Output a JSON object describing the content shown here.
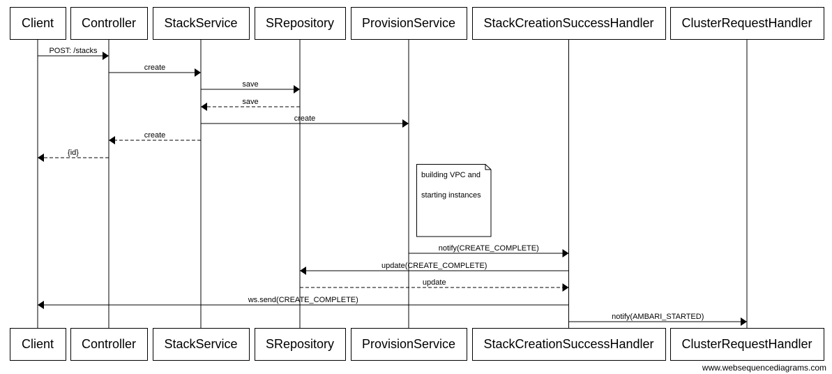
{
  "participants": [
    {
      "id": "client",
      "label": "Client"
    },
    {
      "id": "controller",
      "label": "Controller"
    },
    {
      "id": "stackservice",
      "label": "StackService"
    },
    {
      "id": "srepository",
      "label": "SRepository"
    },
    {
      "id": "provisionservice",
      "label": "ProvisionService"
    },
    {
      "id": "stackcreationsuccesshandler",
      "label": "StackCreationSuccessHandler"
    },
    {
      "id": "clusterrequesthandler",
      "label": "ClusterRequestHandler"
    }
  ],
  "messages": [
    {
      "from": "client",
      "to": "controller",
      "label": "POST: /stacks",
      "style": "solid"
    },
    {
      "from": "controller",
      "to": "stackservice",
      "label": "create",
      "style": "solid"
    },
    {
      "from": "stackservice",
      "to": "srepository",
      "label": "save",
      "style": "solid"
    },
    {
      "from": "srepository",
      "to": "stackservice",
      "label": "save",
      "style": "dashed"
    },
    {
      "from": "stackservice",
      "to": "provisionservice",
      "label": "create",
      "style": "solid"
    },
    {
      "from": "stackservice",
      "to": "controller",
      "label": "create",
      "style": "dashed"
    },
    {
      "from": "controller",
      "to": "client",
      "label": "{id}",
      "style": "dashed"
    },
    {
      "from": "provisionservice",
      "to": "stackcreationsuccesshandler",
      "label": "notify(CREATE_COMPLETE)",
      "style": "solid"
    },
    {
      "from": "stackcreationsuccesshandler",
      "to": "srepository",
      "label": "update(CREATE_COMPLETE)",
      "style": "solid"
    },
    {
      "from": "srepository",
      "to": "stackcreationsuccesshandler",
      "label": "update",
      "style": "dashed"
    },
    {
      "from": "stackcreationsuccesshandler",
      "to": "client",
      "label": "ws.send(CREATE_COMPLETE)",
      "style": "solid"
    },
    {
      "from": "stackcreationsuccesshandler",
      "to": "clusterrequesthandler",
      "label": "notify(AMBARI_STARTED)",
      "style": "solid"
    }
  ],
  "note": {
    "over": "provisionservice",
    "lines": [
      "building VPC and",
      "starting instances"
    ]
  },
  "watermark": "www.websequencediagrams.com"
}
